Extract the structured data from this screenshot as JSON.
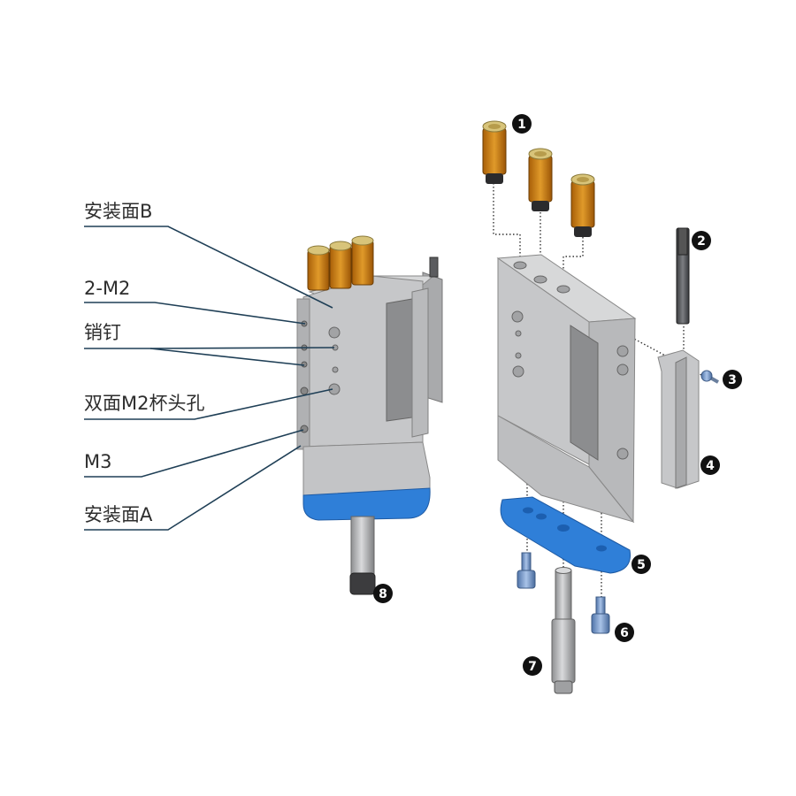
{
  "labels": {
    "mount_face_b": "安装面B",
    "m2_2x": "2-M2",
    "dowel_pin": "销钉",
    "counterbore": "双面M2杯头孔",
    "m3": "M3",
    "mount_face_a": "安装面A"
  },
  "callouts": {
    "c1": "1",
    "c2": "2",
    "c3": "3",
    "c4": "4",
    "c5": "5",
    "c6": "6",
    "c7": "7",
    "c8": "8"
  },
  "colors": {
    "body_gray": "#c6c7c9",
    "body_dark": "#9b9c9e",
    "accent_blue": "#2f7fd8",
    "fitting_orange": "#c97a12",
    "fitting_brass": "#d8c47a",
    "label_text": "#2d2d2d",
    "leader_line": "#1f3f56"
  }
}
